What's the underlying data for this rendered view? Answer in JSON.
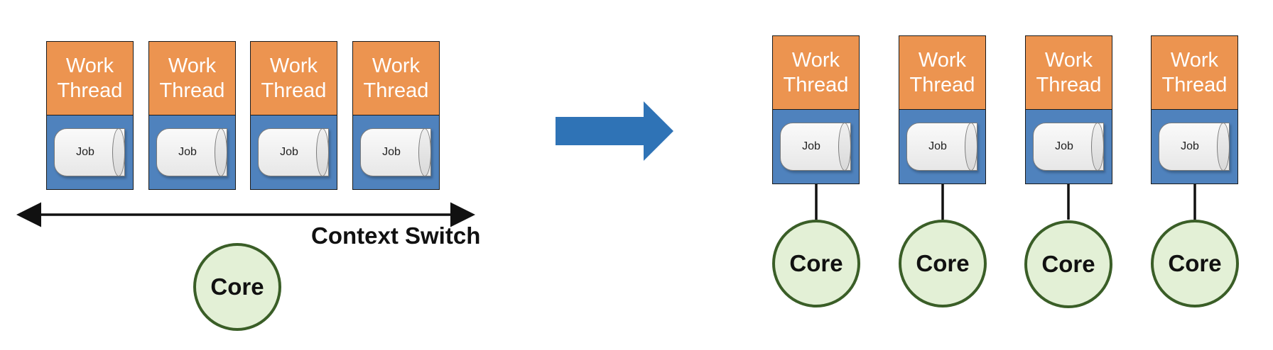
{
  "before": {
    "threads": [
      {
        "label": "Work\nThread",
        "job": "Job"
      },
      {
        "label": "Work\nThread",
        "job": "Job"
      },
      {
        "label": "Work\nThread",
        "job": "Job"
      },
      {
        "label": "Work\nThread",
        "job": "Job"
      }
    ],
    "context_switch_label": "Context Switch",
    "core_label": "Core"
  },
  "after": {
    "threads": [
      {
        "label": "Work\nThread",
        "job": "Job",
        "core": "Core"
      },
      {
        "label": "Work\nThread",
        "job": "Job",
        "core": "Core"
      },
      {
        "label": "Work\nThread",
        "job": "Job",
        "core": "Core"
      },
      {
        "label": "Work\nThread",
        "job": "Job",
        "core": "Core"
      }
    ]
  },
  "colors": {
    "thread_header": "#ec9450",
    "thread_body": "#4f82bd",
    "core_fill": "#e3f0d6",
    "core_border": "#3a5e27",
    "arrow": "#2f73b6"
  }
}
